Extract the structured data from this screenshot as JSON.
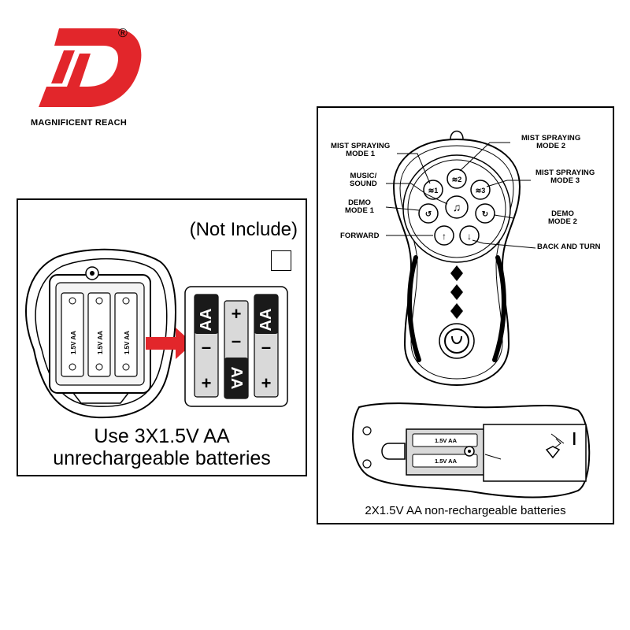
{
  "brand": {
    "name": "MAGNIFICENT REACH",
    "registered_mark": "®",
    "logo_color": "#e2262b"
  },
  "battery_panel": {
    "not_include": "(Not Include)",
    "caption_line1": "Use 3X1.5V AA",
    "caption_line2": "unrechargeable batteries",
    "cell_label": "1.5V AA",
    "battery_text": "AA",
    "plus": "+",
    "minus": "–",
    "arrow_color": "#e2262b"
  },
  "remote_panel": {
    "labels": {
      "mist_mode_1": [
        "MIST SPRAYING",
        "MODE 1"
      ],
      "mist_mode_2": [
        "MIST SPRAYING",
        "MODE 2"
      ],
      "mist_mode_3": [
        "MIST SPRAYING",
        "MODE 3"
      ],
      "music_sound": [
        "MUSIC/",
        "SOUND"
      ],
      "demo_mode_1": [
        "DEMO",
        "MODE 1"
      ],
      "demo_mode_2": [
        "DEMO",
        "MODE 2"
      ],
      "forward": "FORWARD",
      "back_and_turn": "BACK AND TURN"
    },
    "battery_cell_label": "1.5V AA",
    "caption": "2X1.5V AA non-rechargeable batteries"
  }
}
